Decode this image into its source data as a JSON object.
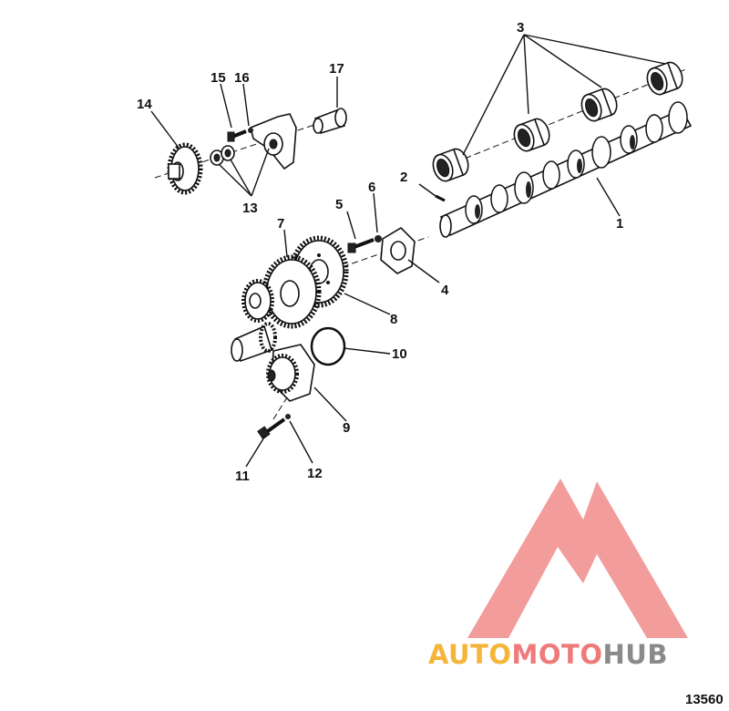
{
  "diagram": {
    "callouts": [
      "1",
      "2",
      "3",
      "4",
      "5",
      "6",
      "7",
      "8",
      "9",
      "10",
      "11",
      "12",
      "13",
      "14",
      "15",
      "16",
      "17"
    ],
    "figure_number": "13560"
  },
  "watermark": {
    "word_auto": "AUTO",
    "word_moto": "MOTO",
    "word_hub": "HUB",
    "colors": {
      "auto": "#f5b43a",
      "moto": "#ee7a79",
      "hub": "#8a8a8a",
      "logo": "#f08b8b"
    }
  }
}
